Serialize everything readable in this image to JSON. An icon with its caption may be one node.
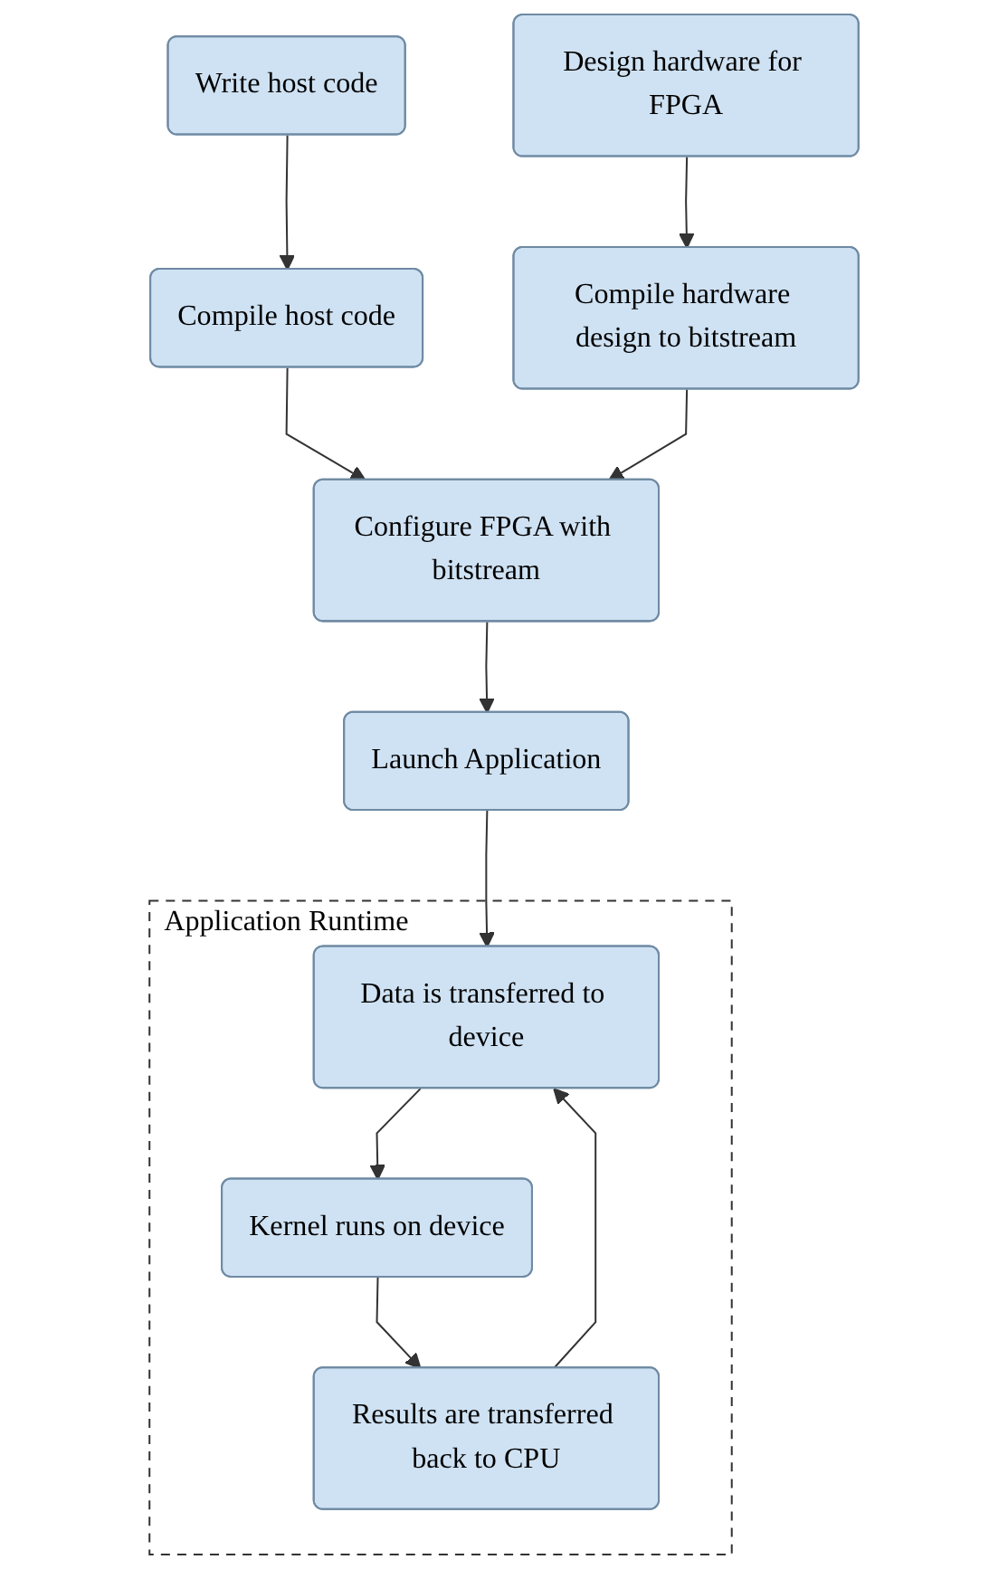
{
  "diagram": {
    "nodes": [
      {
        "text": [
          "Write host code"
        ]
      },
      {
        "text": [
          "Design hardware for FPGA"
        ]
      },
      {
        "text": [
          "Compile host code"
        ]
      },
      {
        "text": [
          "Compile hardware design to bitstream"
        ]
      },
      {
        "text": [
          "Configure FPGA with bitstream"
        ]
      },
      {
        "text": [
          "Launch Application"
        ]
      },
      {
        "text": [
          "Application Runtime"
        ]
      },
      {
        "text": [
          "Data is transferred to device"
        ],
        "in": 6
      },
      {
        "text": [
          "Kernel runs on device"
        ],
        "in": 6
      },
      {
        "text": [
          "Results are transferred back to CPU"
        ],
        "in": 6
      }
    ],
    "edges": [
      {
        "from": 0,
        "to": 2,
        "arrow": "to"
      },
      {
        "from": 1,
        "to": 3,
        "arrow": "to"
      },
      {
        "from": 2,
        "to": 4,
        "arrow": "to"
      },
      {
        "from": 3,
        "to": 4,
        "arrow": "to"
      },
      {
        "from": 4,
        "to": 5,
        "arrow": "to"
      },
      {
        "from": 5,
        "to": 7,
        "arrow": "to"
      },
      {
        "from": 7,
        "to": 8,
        "arrow": "to"
      },
      {
        "from": 8,
        "to": 9,
        "arrow": "to"
      },
      {
        "from": 9,
        "to": 7,
        "arrow": "to"
      }
    ]
  }
}
